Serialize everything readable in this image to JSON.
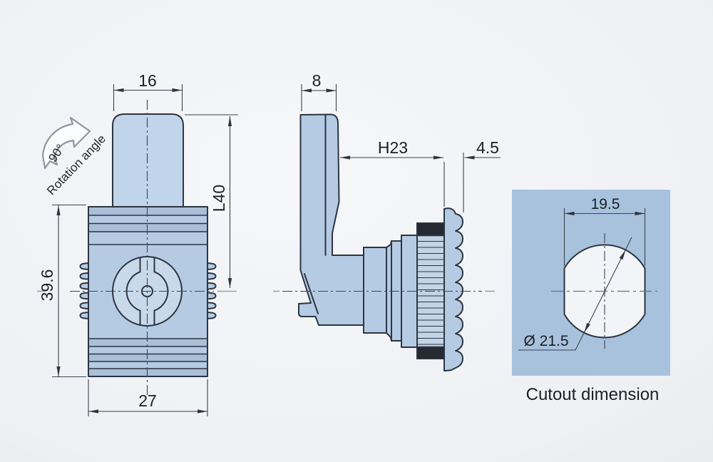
{
  "drawing": {
    "type": "technical-drawing",
    "subject": "quarter-turn cam lock, three orthographic views with cutout template",
    "labels": {
      "front_top_width": "16",
      "front_length": "L40",
      "front_height": "39.6",
      "front_bottom_width": "27",
      "side_cam_thickness": "8",
      "side_grip_range": "H23",
      "side_panel_thickness": "4.5",
      "cutout_width_across_flats": "19.5",
      "cutout_diameter": "Ø 21.5",
      "cutout_caption": "Cutout dimension",
      "rotation_value": "90°",
      "rotation_label": "Rotation angle"
    },
    "colors": {
      "part_fill": "#b5cbe4",
      "knob_fill": "#c0d4ea",
      "face_fill": "#c8d9ec",
      "threads_fill": "#c3d4e8",
      "nut_fill": "#c9d9eb",
      "panel_fill": "#a8c2de",
      "cutout_fill": "#f2f4f7",
      "dark_band": "#262b33",
      "outline": "#2d3541",
      "dimension_lines": "#3c434d"
    }
  }
}
